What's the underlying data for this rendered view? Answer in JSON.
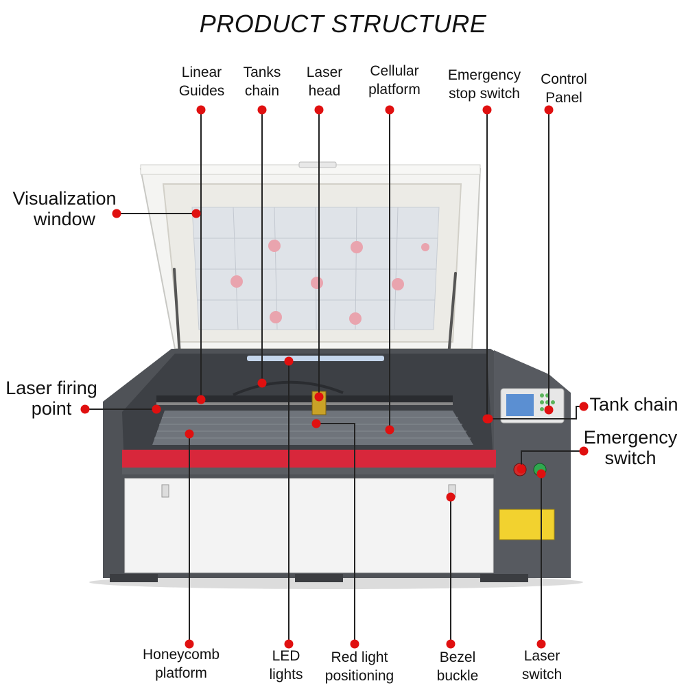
{
  "title": "PRODUCT STRUCTURE",
  "colors": {
    "marker": "#e01010",
    "leader": "#222222",
    "frame": "#4f5257",
    "accent_red": "#d8273b",
    "panel_white": "#f3f3f3"
  },
  "labels": {
    "linear_guides": [
      "Linear",
      "Guides"
    ],
    "tanks_chain": [
      "Tanks",
      "chain"
    ],
    "laser_head": [
      "Laser",
      "head"
    ],
    "cellular_platform": [
      "Cellular",
      "platform"
    ],
    "emergency_stop_switch": [
      "Emergency",
      "stop switch"
    ],
    "control_panel": [
      "Control",
      "Panel"
    ],
    "visualization_window": [
      "Visualization",
      "window"
    ],
    "laser_firing_point": [
      "Laser firing",
      "point"
    ],
    "tank_chain": [
      "Tank chain"
    ],
    "emergency_switch": [
      "Emergency",
      "switch"
    ],
    "honeycomb_platform": [
      "Honeycomb",
      "platform"
    ],
    "led_lights": [
      "LED",
      "lights"
    ],
    "red_light_positioning": [
      "Red light",
      "positioning"
    ],
    "bezel_buckle": [
      "Bezel",
      "buckle"
    ],
    "laser_switch": [
      "Laser",
      "switch"
    ]
  }
}
